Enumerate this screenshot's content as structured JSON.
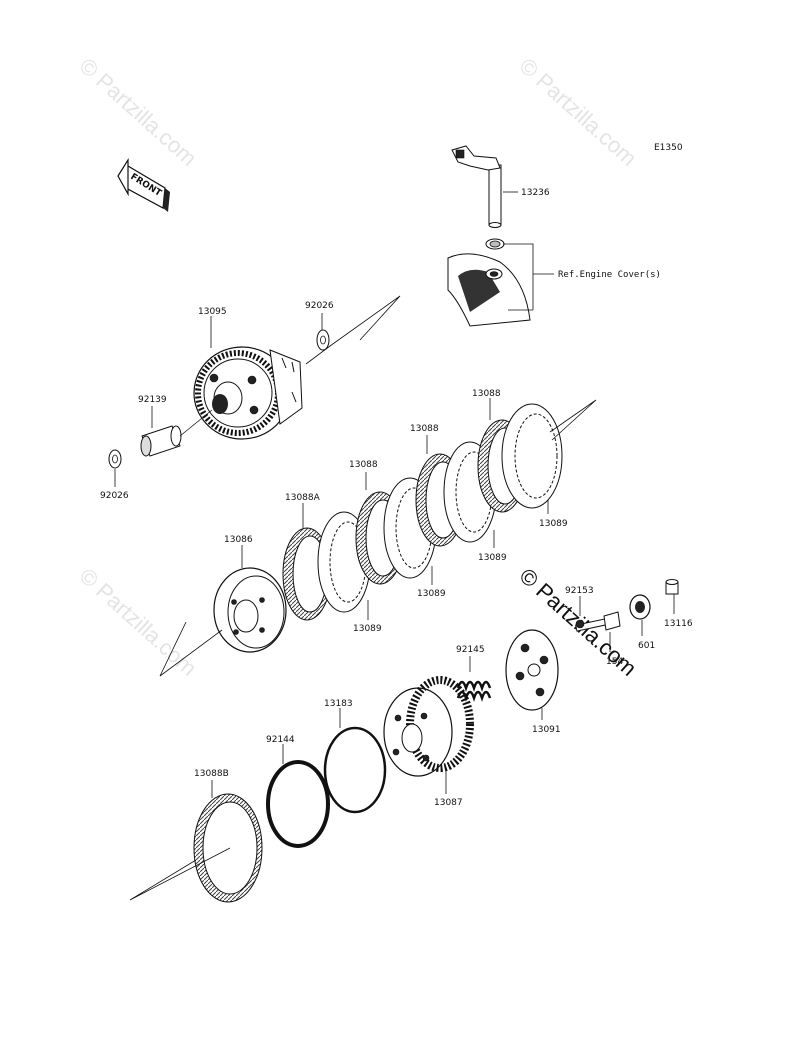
{
  "diagram_code": "E1350",
  "front_label": "FRONT",
  "watermarks": [
    "© Partzilla.com",
    "© Partzilla.com",
    "© Partzilla.com",
    "© Partzilla.com"
  ],
  "watermark_dark": "© Partzilla.com",
  "ref_label": "Ref.Engine Cover(s)",
  "parts": {
    "p13236": "13236",
    "p13095": "13095",
    "p92026_top": "92026",
    "p92139": "92139",
    "p92026_bottom": "92026",
    "p13088_a": "13088",
    "p13088_b": "13088",
    "p13088_c": "13088",
    "p13088A": "13088A",
    "p13089_a": "13089",
    "p13089_b": "13089",
    "p13089_c": "13089",
    "p13089_d": "13089",
    "p13086": "13086",
    "p92153": "92153",
    "p92154": "154",
    "p601": "601",
    "p13116": "13116",
    "p92145": "92145",
    "p13091": "13091",
    "p13183": "13183",
    "p92144": "92144",
    "p13087": "13087",
    "p13088B": "13088B"
  }
}
